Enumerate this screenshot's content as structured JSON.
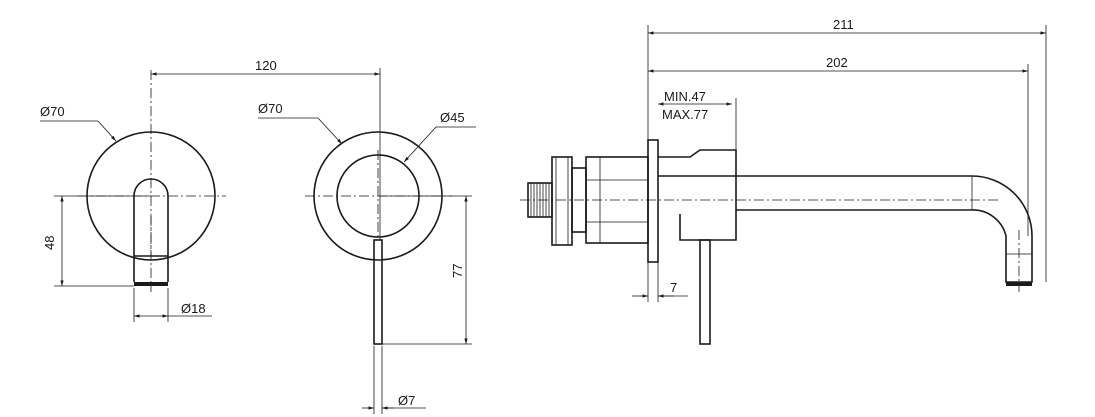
{
  "dimensions": {
    "front_left_diameter": "Ø70",
    "front_left_height": "48",
    "front_left_spout_diameter": "Ø18",
    "spacing": "120",
    "front_right_diameter": "Ø70",
    "front_right_inner_diameter": "Ø45",
    "front_right_lever_length": "77",
    "front_right_lever_diameter": "Ø7",
    "side_overall": "211",
    "side_spout": "202",
    "side_min": "MIN.47",
    "side_max": "MAX.77",
    "side_plate": "7"
  }
}
